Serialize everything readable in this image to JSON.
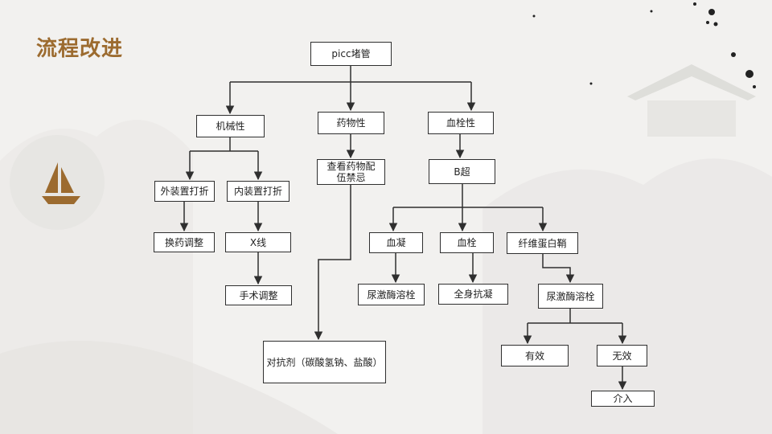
{
  "title": "流程改进",
  "nodes": {
    "root": "picc堵管",
    "mechanical": "机械性",
    "drug": "药物性",
    "thrombotic": "血栓性",
    "external_fold": "外装置打折",
    "internal_fold": "内装置打折",
    "check_drug": "查看药物配伍禁忌",
    "b_ultrasound": "B超",
    "change_drug": "换药调整",
    "xray": "X线",
    "clot": "血凝",
    "thrombus": "血栓",
    "fibrin_sheath": "纤维蛋白鞘",
    "surgery_adjust": "手术调整",
    "urokinase_1": "尿激酶溶栓",
    "systemic_anticoag": "全身抗凝",
    "urokinase_2": "尿激酶溶栓",
    "antagonist": "对抗剂（碳酸氢钠、盐酸）",
    "effective": "有效",
    "ineffective": "无效",
    "intervention": "介入"
  },
  "colors": {
    "title": "#9c6b2f",
    "line": "#2f2f2f",
    "boat": "#9c6b2f"
  },
  "icons": {
    "badge": "sailboat-icon"
  }
}
